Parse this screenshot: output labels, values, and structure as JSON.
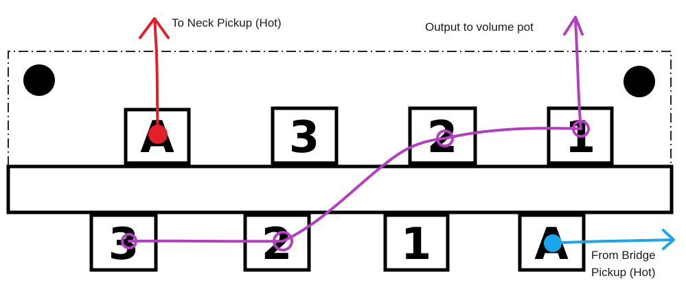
{
  "switch": {
    "top_terminals": [
      "A",
      "3",
      "2",
      "1"
    ],
    "bottom_terminals": [
      "3",
      "2",
      "1",
      "A"
    ]
  },
  "annotations": {
    "neck": "To Neck Pickup (Hot)",
    "output": "Output to volume pot",
    "bridge_line1": "From Bridge",
    "bridge_line2": "Pickup (Hot)"
  },
  "colors": {
    "neck_wire": "#e3202a",
    "output_wire": "#b43ec0",
    "bridge_wire": "#1aa6ea"
  }
}
